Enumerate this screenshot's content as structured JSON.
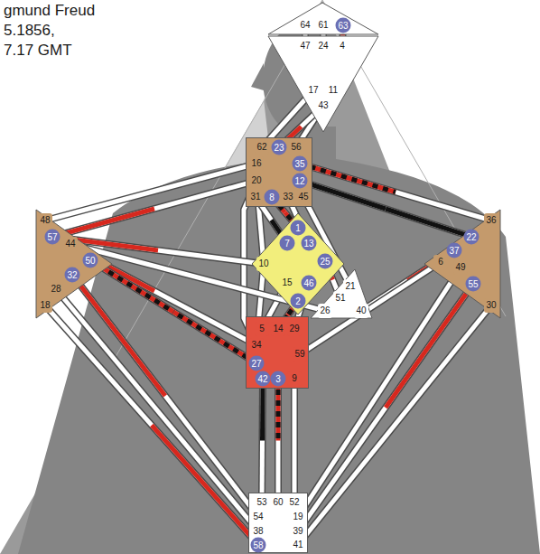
{
  "diagram": {
    "nodes": [
      {
        "text": [
          "64",
          "61",
          "63"
        ]
      },
      {
        "text": [
          "47",
          "24",
          "4",
          "17",
          "11",
          "43"
        ]
      },
      {
        "text": [
          "62",
          "23",
          "56",
          "16",
          "35",
          "20",
          "12",
          "31",
          "8",
          "33",
          "45"
        ]
      },
      {
        "text": [
          "1",
          "7",
          "13",
          "10",
          "25",
          "15",
          "46",
          "2"
        ]
      },
      {
        "text": [
          "21",
          "51",
          "26",
          "40"
        ]
      },
      {
        "text": [
          "48",
          "57",
          "44",
          "50",
          "32",
          "28",
          "18"
        ]
      },
      {
        "text": [
          "5",
          "14",
          "29",
          "34",
          "59",
          "27",
          "42",
          "3",
          "9"
        ]
      },
      {
        "text": [
          "36",
          "22",
          "37",
          "6",
          "49",
          "55",
          "30"
        ]
      },
      {
        "text": [
          "53",
          "60",
          "52",
          "54",
          "19",
          "38",
          "39",
          "58",
          "41"
        ]
      }
    ],
    "edges": [
      {
        "from": 0,
        "to": 1,
        "arrow": "none"
      },
      {
        "from": 0,
        "to": 1,
        "arrow": "none"
      },
      {
        "from": 0,
        "to": 1,
        "arrow": "none"
      },
      {
        "from": 1,
        "to": 2,
        "arrow": "none"
      },
      {
        "from": 1,
        "to": 2,
        "arrow": "none"
      },
      {
        "from": 1,
        "to": 2,
        "arrow": "none"
      },
      {
        "from": 2,
        "to": 5,
        "arrow": "none"
      },
      {
        "from": 2,
        "to": 5,
        "arrow": "none"
      },
      {
        "from": 2,
        "to": 3,
        "arrow": "none"
      },
      {
        "from": 2,
        "to": 6,
        "arrow": "none"
      },
      {
        "from": 2,
        "to": 3,
        "arrow": "none"
      },
      {
        "from": 2,
        "to": 3,
        "arrow": "none"
      },
      {
        "from": 2,
        "to": 3,
        "arrow": "none"
      },
      {
        "from": 2,
        "to": 4,
        "arrow": "none"
      },
      {
        "from": 2,
        "to": 7,
        "arrow": "none"
      },
      {
        "from": 2,
        "to": 7,
        "arrow": "none"
      },
      {
        "from": 3,
        "to": 5,
        "arrow": "none"
      },
      {
        "from": 3,
        "to": 6,
        "arrow": "none"
      },
      {
        "from": 3,
        "to": 4,
        "arrow": "none"
      },
      {
        "from": 3,
        "to": 6,
        "arrow": "none"
      },
      {
        "from": 3,
        "to": 6,
        "arrow": "none"
      },
      {
        "from": 3,
        "to": 6,
        "arrow": "none"
      },
      {
        "from": 4,
        "to": 5,
        "arrow": "none"
      },
      {
        "from": 4,
        "to": 7,
        "arrow": "none"
      },
      {
        "from": 5,
        "to": 6,
        "arrow": "none"
      },
      {
        "from": 5,
        "to": 6,
        "arrow": "none"
      },
      {
        "from": 5,
        "to": 8,
        "arrow": "none"
      },
      {
        "from": 5,
        "to": 8,
        "arrow": "none"
      },
      {
        "from": 5,
        "to": 8,
        "arrow": "none"
      },
      {
        "from": 6,
        "to": 8,
        "arrow": "none"
      },
      {
        "from": 6,
        "to": 8,
        "arrow": "none"
      },
      {
        "from": 6,
        "to": 8,
        "arrow": "none"
      },
      {
        "from": 6,
        "to": 7,
        "arrow": "none"
      },
      {
        "from": 7,
        "to": 8,
        "arrow": "none"
      },
      {
        "from": 7,
        "to": 8,
        "arrow": "none"
      },
      {
        "from": 7,
        "to": 8,
        "arrow": "none"
      }
    ],
    "labels": [
      "gmund Freud",
      "5.1856,",
      "7.17 GMT"
    ]
  }
}
